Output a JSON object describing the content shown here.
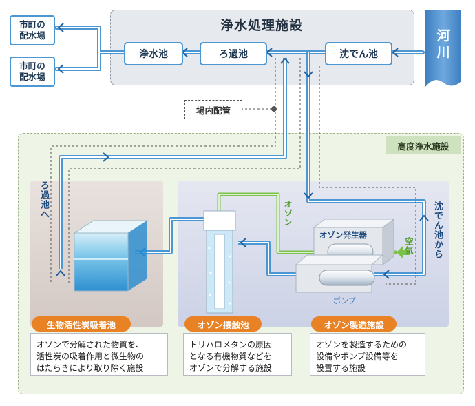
{
  "plant": {
    "title": "浄水処理施設",
    "stages": [
      "浄水池",
      "ろ過池",
      "沈でん池"
    ]
  },
  "distribution": [
    {
      "line1": "市町の",
      "line2": "配水場"
    },
    {
      "line1": "市町の",
      "line2": "配水場"
    }
  ],
  "river": {
    "line1": "河",
    "line2": "川"
  },
  "on_site_piping": "場内配管",
  "advanced": {
    "title": "高度浄水施設",
    "to_filter": "ろ過池へ",
    "from_sedimentation": "沈でん池から",
    "ozone_flow": "オゾン",
    "air": "空気",
    "ozone_generator": "オゾン発生器",
    "pump": "ポンプ"
  },
  "facilities": [
    {
      "title": "生物活性炭吸着池",
      "desc": [
        "オゾンで分解された物質を、",
        "活性炭の吸着作用と微生物の",
        "はたらきにより取り除く施設"
      ]
    },
    {
      "title": "オゾン接触池",
      "desc": [
        "トリハロメタンの原因",
        "となる有機物質などを",
        "オゾンで分解する施設"
      ]
    },
    {
      "title": "オゾン製造施設",
      "desc": [
        "オゾンを製造するための",
        "設備やポンプ設備等を",
        "設置する施設"
      ]
    }
  ],
  "colors": {
    "water_pipe": "#4b97d4",
    "ozone_pipe": "#7cc24a",
    "label_tag": "#e98225",
    "advanced_bg": "#eef4e6",
    "plant_bg": "#e6e9ed"
  }
}
